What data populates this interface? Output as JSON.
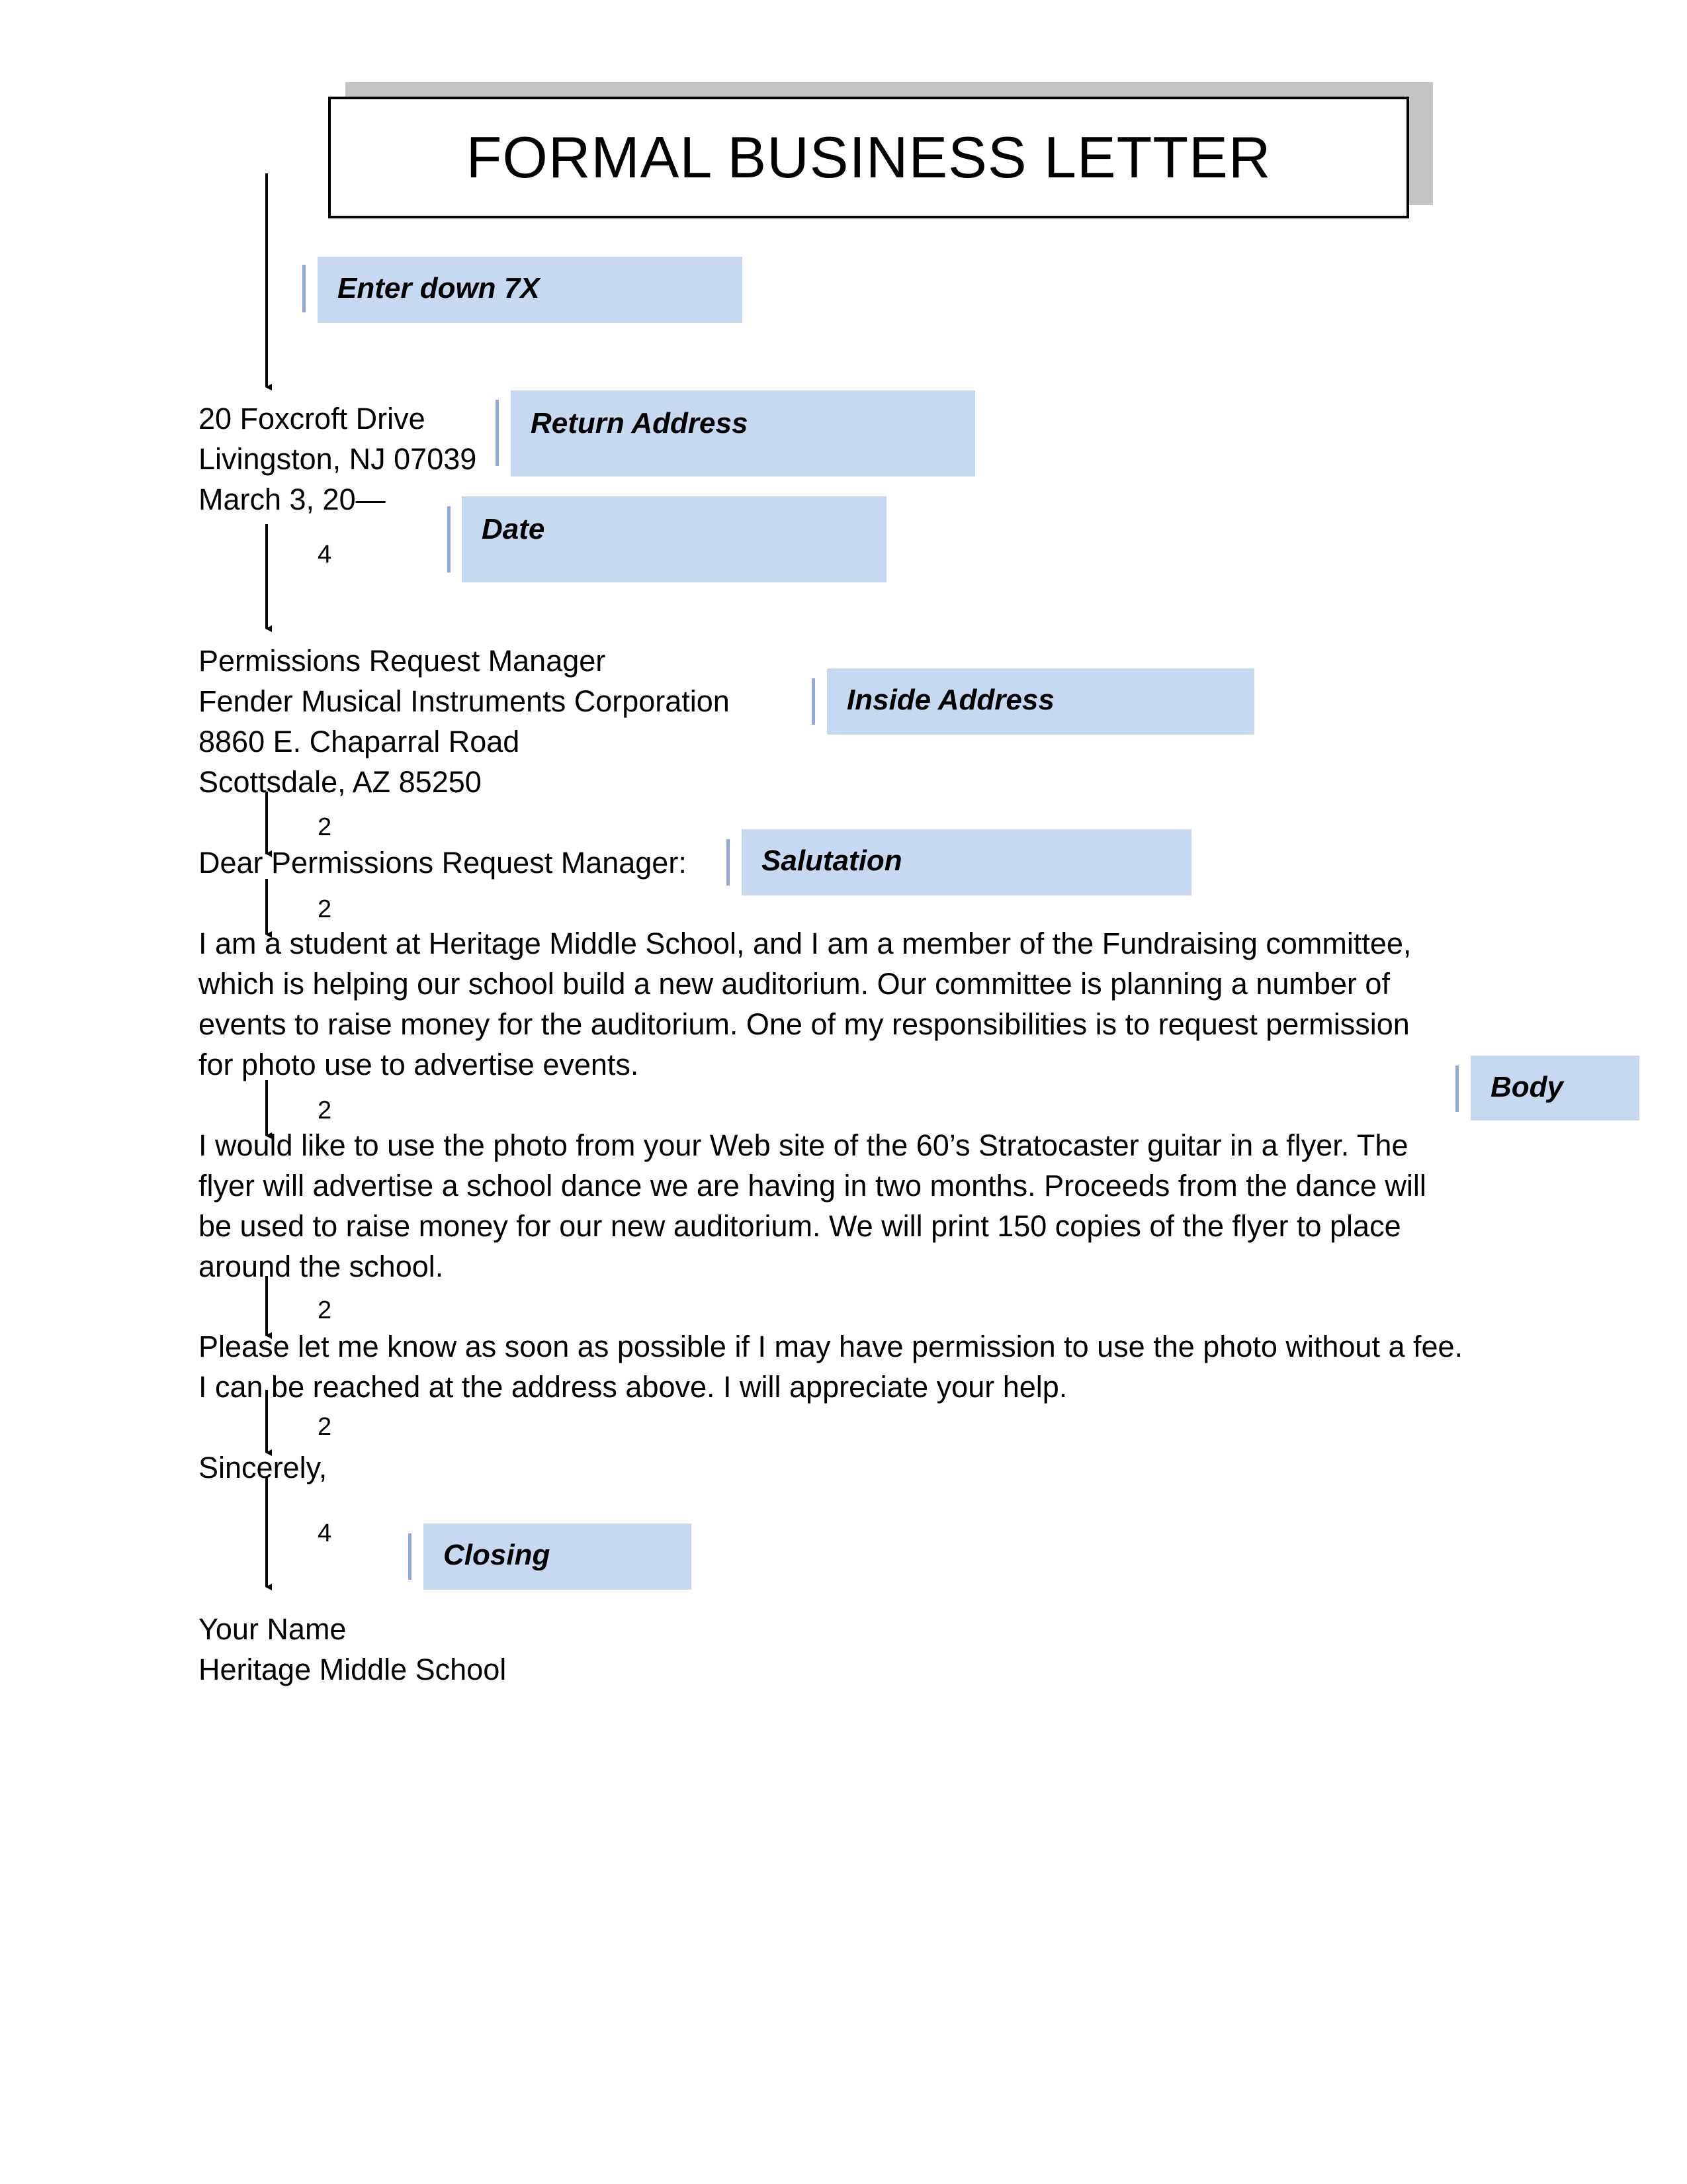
{
  "title": "FORMAL BUSINESS LETTER",
  "labels": {
    "enter_down": "Enter down 7X",
    "return_address": "Return Address",
    "date": "Date",
    "inside_address": "Inside Address",
    "salutation": "Salutation",
    "body": "Body",
    "closing": "Closing"
  },
  "spacing": {
    "after_date": "4",
    "after_inside": "2",
    "after_salutation": "2",
    "after_para1": "2",
    "after_para2": "2",
    "after_para3": "2",
    "after_sincerely": "4"
  },
  "return_address": [
    "20 Foxcroft Drive",
    "Livingston, NJ 07039"
  ],
  "date": "March 3, 20—",
  "inside_address": [
    "Permissions Request Manager",
    "Fender Musical Instruments Corporation",
    "8860 E. Chaparral Road",
    "Scottsdale, AZ 85250"
  ],
  "salutation": "Dear Permissions Request Manager:",
  "paragraphs": [
    [
      "I am a student at Heritage Middle School, and I am a member of the Fundraising committee,",
      "which is helping our school build a new auditorium.  Our committee is planning a number of",
      "events to raise money for the auditorium.  One of my responsibilities is to request permission",
      "for photo use to advertise events."
    ],
    [
      "I would like to use the photo from your Web site of the 60’s Stratocaster guitar in a flyer.  The",
      "flyer will advertise a school dance we are having in two months.  Proceeds from the dance will",
      "be used to raise money for our new auditorium.  We will print 150 copies of the flyer to place",
      "around the school."
    ],
    [
      "Please let me know as soon as possible if I may have permission to use the photo without a fee.",
      "I can be reached at the address above.  I will appreciate your help."
    ]
  ],
  "closing": "Sincerely,",
  "signature": [
    "Your Name",
    "Heritage Middle School"
  ]
}
